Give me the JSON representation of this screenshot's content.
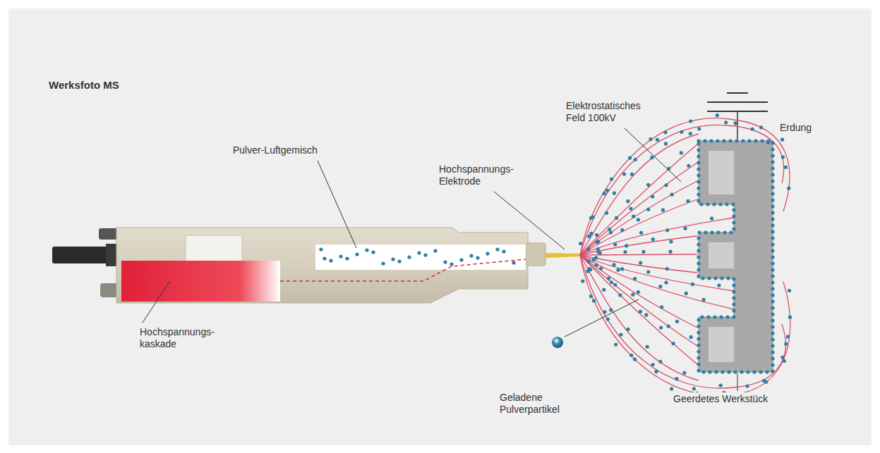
{
  "diagram": {
    "labels": [
      "Werksfoto MS",
      "Pulver-Luftgemisch",
      "Hochspannungs-Elektrode",
      "Elektrostatisches Feld 100kV",
      "Erdung",
      "Hochspannungs-kaskade",
      "Geladene Pulverpartikel",
      "Geerdetes Werkstück"
    ]
  }
}
